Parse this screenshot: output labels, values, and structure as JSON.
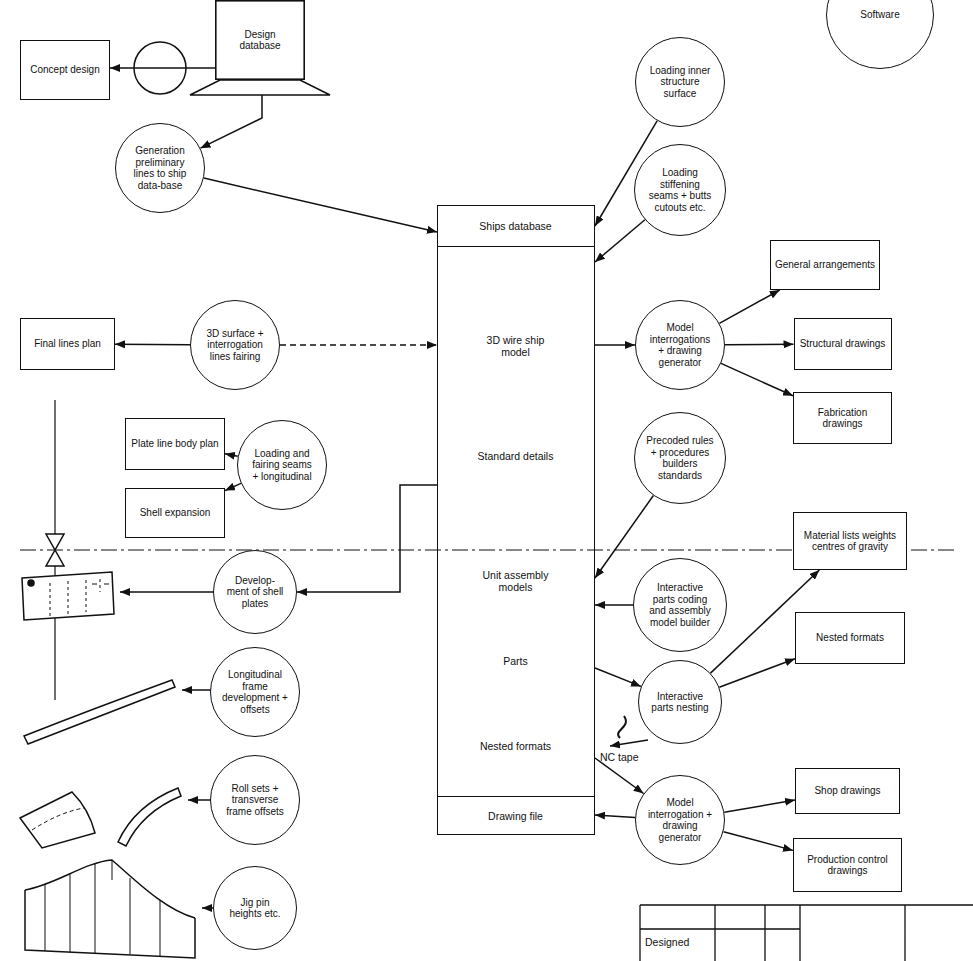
{
  "diagram": {
    "nodes": [
      {
        "text": [
          "Concept design"
        ]
      },
      {
        "text": [
          "Software"
        ]
      },
      {
        "text": [
          "Design database"
        ]
      },
      {
        "text": [
          "Generation preliminary lines to ship data-base"
        ]
      },
      {
        "text": [
          "Ships database",
          "3D wire ship model",
          "Standard details",
          "Unit assembly models",
          "Parts",
          "Nested formats",
          "Drawing file"
        ]
      },
      {
        "text": [
          "Loading inner structure surface"
        ]
      },
      {
        "text": [
          "Loading stiffening seams + butts cutouts etc."
        ]
      },
      {
        "text": [
          "Final lines plan"
        ]
      },
      {
        "text": [
          "3D surface + interrogation lines fairing"
        ]
      },
      {
        "text": [
          "Model interrogations + drawing generator"
        ]
      },
      {
        "text": [
          "General arrangements"
        ]
      },
      {
        "text": [
          "Structural drawings"
        ]
      },
      {
        "text": [
          "Fabrication drawings"
        ]
      },
      {
        "text": [
          "Plate line body plan"
        ]
      },
      {
        "text": [
          "Loading and fairing seams + longitudinal"
        ]
      },
      {
        "text": [
          "Shell expansion"
        ]
      },
      {
        "text": [
          "Precoded rules + procedures builders standards"
        ]
      },
      {
        "text": [
          "Develop-ment of shell plates"
        ]
      },
      {
        "text": [
          "Interactive parts coding and assembly model builder"
        ]
      },
      {
        "text": [
          "Material lists weights centres of gravity"
        ]
      },
      {
        "text": [
          "Interactive parts nesting"
        ]
      },
      {
        "text": [
          "Nested formats"
        ]
      },
      {
        "text": [
          "Longitudinal frame development + offsets"
        ]
      },
      {
        "text": [
          "Roll sets + transverse frame offsets"
        ]
      },
      {
        "text": [
          "Model interrogation + drawing generator"
        ]
      },
      {
        "text": [
          "Shop drawings"
        ]
      },
      {
        "text": [
          "Production control drawings"
        ]
      },
      {
        "text": [
          "Jig pin heights etc."
        ]
      }
    ],
    "edges": [
      {
        "from": 2,
        "to": 0,
        "arrow": "to"
      },
      {
        "from": 2,
        "to": 3,
        "arrow": "to"
      },
      {
        "from": 3,
        "to": 4,
        "arrow": "to"
      },
      {
        "from": 5,
        "to": 4,
        "arrow": "to"
      },
      {
        "from": 6,
        "to": 4,
        "arrow": "to"
      },
      {
        "from": 8,
        "to": 7,
        "arrow": "to"
      },
      {
        "from": 8,
        "to": 4,
        "arrow": "to"
      },
      {
        "from": 4,
        "to": 9,
        "arrow": "to"
      },
      {
        "from": 9,
        "to": 10,
        "arrow": "to"
      },
      {
        "from": 9,
        "to": 11,
        "arrow": "to"
      },
      {
        "from": 9,
        "to": 12,
        "arrow": "to"
      },
      {
        "from": 14,
        "to": 13,
        "arrow": "to"
      },
      {
        "from": 14,
        "to": 15,
        "arrow": "to"
      },
      {
        "from": 16,
        "to": 4,
        "arrow": "to"
      },
      {
        "from": 18,
        "to": 4,
        "arrow": "to"
      },
      {
        "from": 4,
        "to": 20,
        "arrow": "to"
      },
      {
        "from": 20,
        "to": 19,
        "arrow": "to"
      },
      {
        "from": 20,
        "to": 21,
        "arrow": "to"
      },
      {
        "from": 4,
        "to": 24,
        "arrow": "to"
      },
      {
        "from": 24,
        "to": 4,
        "arrow": "to"
      },
      {
        "from": 24,
        "to": 25,
        "arrow": "to"
      },
      {
        "from": 24,
        "to": 26,
        "arrow": "to"
      },
      {
        "from": 4,
        "to": 17,
        "arrow": "to"
      }
    ],
    "labels": [
      "NC tape",
      "Designed"
    ]
  }
}
